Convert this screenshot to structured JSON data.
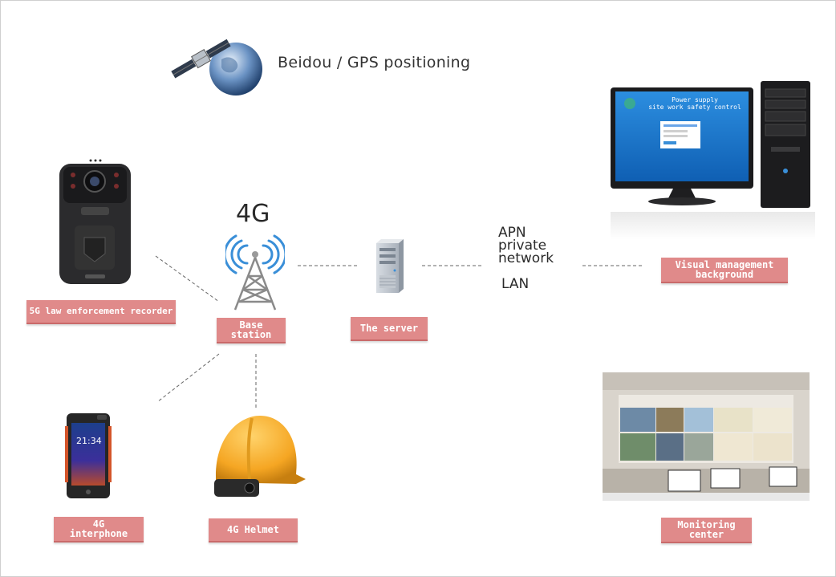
{
  "gps": {
    "text": "Beidou / GPS positioning"
  },
  "tower": {
    "title": "4G",
    "label": "Base\nstation"
  },
  "recorder": {
    "label": "5G law enforcement recorder"
  },
  "server": {
    "label": "The server"
  },
  "network": {
    "apn": "APN\nprivate\nnetwork",
    "lan": "LAN"
  },
  "visual": {
    "label": "Visual management\nbackground",
    "screen_title": "Power supply\nsite work safety control"
  },
  "interphone": {
    "label": "4G\ninterphone",
    "time": "21:34"
  },
  "helmet": {
    "label": "4G Helmet"
  },
  "monitoring": {
    "label": "Monitoring\ncenter"
  },
  "colors": {
    "label_bg": "#e08a8a",
    "tower_wave": "#3a8fd8",
    "helmet": "#f5a623"
  }
}
